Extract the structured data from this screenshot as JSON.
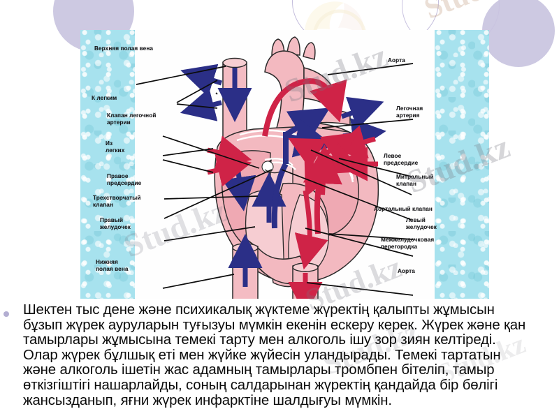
{
  "slide": {
    "background_color": "#ffffff",
    "accent_lavender": "#cdc9e2",
    "accent_cyan": "#a7e2ee",
    "bullet_color": "#b3aed2"
  },
  "figure": {
    "title": "heart-anatomy-cross-section",
    "labels_left": [
      {
        "id": "superior-vena-cava",
        "text": "Верхняя полая вена"
      },
      {
        "id": "to-lungs",
        "text": "К легким"
      },
      {
        "id": "pulmonary-valve",
        "text": "Клапан легочной\nартерии"
      },
      {
        "id": "from-lungs",
        "text": "Из\nлегких"
      },
      {
        "id": "right-atrium",
        "text": "Правое\nпредсердие"
      },
      {
        "id": "tricuspid-valve",
        "text": "Трехстворчатый\nклапан"
      },
      {
        "id": "right-ventricle",
        "text": "Правый\nжелудочек"
      },
      {
        "id": "inferior-vena-cava",
        "text": "Нижняя\nполая вена"
      }
    ],
    "labels_right": [
      {
        "id": "aorta-top",
        "text": "Аорта"
      },
      {
        "id": "pulmonary-artery",
        "text": "Легочная\nартерия"
      },
      {
        "id": "left-atrium",
        "text": "Левое\nпредсердие"
      },
      {
        "id": "mitral-valve",
        "text": "Митральный\nклапан"
      },
      {
        "id": "aortic-valve",
        "text": "Аортальный клапан"
      },
      {
        "id": "left-ventricle",
        "text": "Левый\nжелудочек"
      },
      {
        "id": "interventricular-septum",
        "text": "Межжелудочковая\nперегородка"
      },
      {
        "id": "aorta-bottom",
        "text": "Аорта"
      }
    ],
    "flow_legend": {
      "deoxygenated_color": "#2b2f87",
      "oxygenated_color": "#cf2347",
      "tissue_color": "#f2b6bd"
    }
  },
  "watermark": {
    "text": "Stud.kz",
    "color": "#767682"
  },
  "body": {
    "bullet": "•",
    "lines": [
      "Шектен тыс дене және психикалық жүктеме жүректің қалыпты жұмысын",
      "бұзып жүрек ауруларын туғызуы мүмкін екенін ескеру керек. Жүрек және қан",
      "тамырлары жұмысына темекі тарту мен алкоголь ішу зор зиян келтіреді.",
      "Олар жүрек бұлшық еті мен жүйке жүйесін уландырады. Темекі тартатын",
      "және алкоголь ішетін жас адамның тамырлары тромбпен бітеліп, тамыр",
      "өткізгіштігі нашарлайды, соның салдарынан жүректің қандайда бір бөлігі",
      "жансызданып, яғни жүрек инфарктіне шалдығуы мүмкін."
    ]
  }
}
